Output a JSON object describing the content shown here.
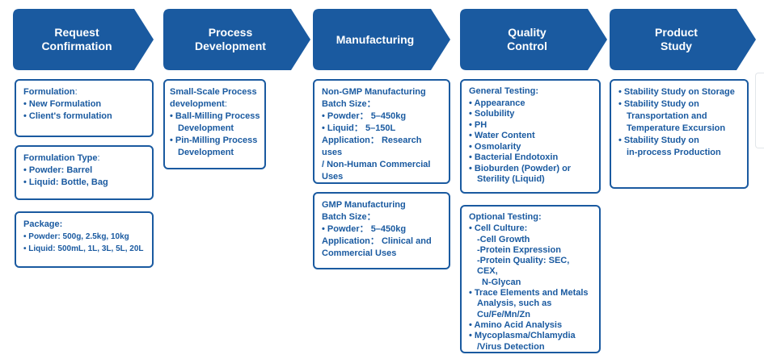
{
  "colors": {
    "primary": "#1a5aa0",
    "text": "#1a5aa0",
    "background": "#ffffff"
  },
  "stages": [
    {
      "label": "Request\nConfirmation"
    },
    {
      "label": "Process\nDevelopment"
    },
    {
      "label": "Manufacturing"
    },
    {
      "label": "Quality\nControl"
    },
    {
      "label": "Product\nStudy"
    }
  ],
  "cards": {
    "formulation": {
      "title": "Formulation",
      "colon": ":",
      "items": [
        "• New Formulation",
        "• Client's formulation"
      ]
    },
    "formulation_type": {
      "title": "Formulation Type",
      "colon": ":",
      "items": [
        "• Powder: Barrel",
        "• Liquid: Bottle, Bag"
      ]
    },
    "package": {
      "title": "Package:",
      "items": [
        "• Powder: 500g, 2.5kg, 10kg",
        "• Liquid: 500mL, 1L, 3L, 5L, 20L"
      ]
    },
    "small_scale": {
      "title_line1": "Small-Scale Process",
      "title_line2": "development",
      "colon": ":",
      "items": [
        "• Ball-Milling Process",
        "Development",
        "• Pin-Milling Process",
        "Development"
      ]
    },
    "non_gmp": {
      "title": "Non-GMP Manufacturing",
      "batch": "Batch Size：",
      "powder": "• Powder：  5–450kg",
      "liquid": "• Liquid：  5–150L",
      "application_lines": [
        "Application：  Research uses",
        "/ Non-Human Commercial",
        "Uses"
      ]
    },
    "gmp": {
      "title": "GMP Manufacturing",
      "batch": "Batch Size：",
      "powder": "• Powder：  5–450kg",
      "application_lines": [
        "Application：  Clinical and",
        "Commercial Uses"
      ]
    },
    "general_testing": {
      "title": "General Testing:",
      "items": [
        "• Appearance",
        "• Solubility",
        "• PH",
        "• Water Content",
        "• Osmolarity",
        "• Bacterial Endotoxin",
        "• Bioburden (Powder) or",
        "Sterility (Liquid)"
      ]
    },
    "optional_testing": {
      "title": "Optional Testing:",
      "lines": [
        "• Cell Culture:",
        "-Cell Growth",
        "-Protein Expression",
        "-Protein Quality: SEC, CEX,",
        "N-Glycan",
        "• Trace Elements and Metals",
        "Analysis, such as",
        "Cu/Fe/Mn/Zn",
        "• Amino Acid Analysis",
        "• Mycoplasma/Chlamydia",
        "/Virus Detection"
      ]
    },
    "stability": {
      "items": [
        "• Stability Study on Storage",
        "• Stability Study on",
        "Transportation and",
        "Temperature Excursion",
        "• Stability Study on",
        "in-process Production"
      ]
    }
  }
}
